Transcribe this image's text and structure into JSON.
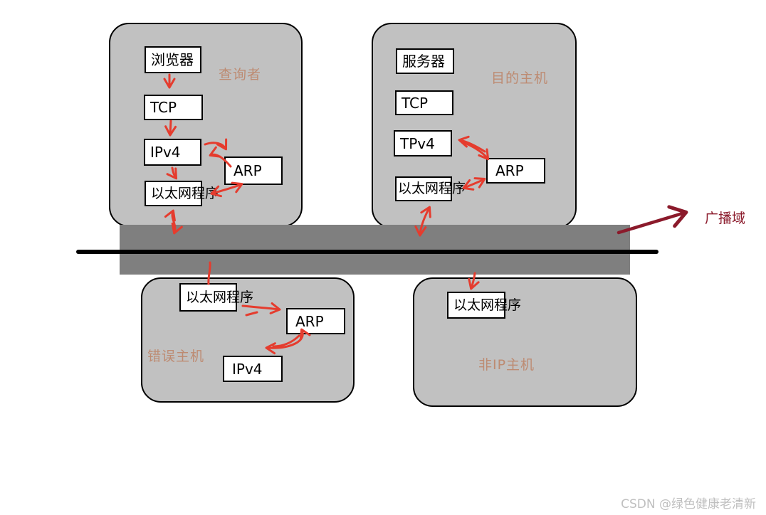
{
  "hosts": {
    "querier": {
      "label": "查询者",
      "boxes": {
        "browser": "浏览器",
        "tcp": "TCP",
        "ipv4": "IPv4",
        "ethernet": "以太网程序",
        "arp": "ARP"
      }
    },
    "destination": {
      "label": "目的主机",
      "boxes": {
        "server": "服务器",
        "tcp": "TCP",
        "tpv4": "TPv4",
        "ethernet": "以太网程序",
        "arp": "ARP"
      }
    },
    "error": {
      "label": "错误主机",
      "boxes": {
        "ethernet": "以太网程序",
        "arp": "ARP",
        "ipv4": "IPv4"
      }
    },
    "non_ip": {
      "label": "非IP主机",
      "boxes": {
        "ethernet": "以太网程序"
      }
    }
  },
  "annotations": {
    "broadcast_domain": "广播域",
    "watermark": "CSDN @绿色健康老清新"
  },
  "connections": [
    {
      "from": "querier.browser",
      "to": "querier.tcp",
      "type": "arrow"
    },
    {
      "from": "querier.tcp",
      "to": "querier.ipv4",
      "type": "arrow"
    },
    {
      "from": "querier.ipv4",
      "to": "querier.arp",
      "type": "double-arrow"
    },
    {
      "from": "querier.ipv4",
      "to": "querier.ethernet",
      "type": "arrow"
    },
    {
      "from": "querier.ethernet",
      "to": "querier.arp",
      "type": "double-arrow"
    },
    {
      "from": "querier.ethernet",
      "to": "bus",
      "type": "double-arrow"
    },
    {
      "from": "destination.tpv4",
      "to": "destination.arp",
      "type": "double-arrow"
    },
    {
      "from": "destination.ethernet",
      "to": "destination.arp",
      "type": "double-arrow"
    },
    {
      "from": "destination.ethernet",
      "to": "bus",
      "type": "double-arrow"
    },
    {
      "from": "bus",
      "to": "error.ethernet",
      "type": "line"
    },
    {
      "from": "error.ethernet",
      "to": "error.arp",
      "type": "arrow"
    },
    {
      "from": "error.arp",
      "to": "error.ipv4",
      "type": "double-arrow"
    },
    {
      "from": "bus",
      "to": "non_ip.ethernet",
      "type": "arrow"
    },
    {
      "from": "bus",
      "to": "broadcast_domain_label",
      "type": "arrow"
    }
  ],
  "colors": {
    "host_fill": "#c1c1c1",
    "bus_fill": "#7f7f7f",
    "wire": "#000000",
    "arrow_red": "#e53c2e",
    "broadcast_dark_red": "#8b1a2b",
    "host_label": "#bd8b72",
    "box_border": "#000000",
    "watermark": "#bfbfbf"
  }
}
